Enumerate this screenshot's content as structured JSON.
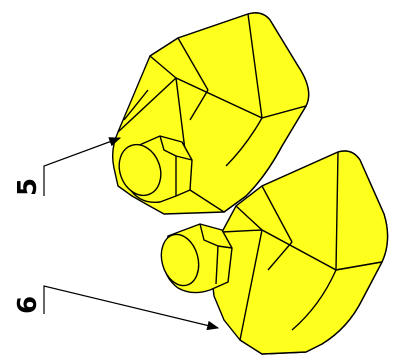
{
  "figure": {
    "fill_color": "#ffff1e",
    "stroke_color": "#000000",
    "background": "#ffffff"
  },
  "callouts": [
    {
      "label": "5",
      "target": "upper-block-part"
    },
    {
      "label": "6",
      "target": "lower-block-part"
    }
  ]
}
